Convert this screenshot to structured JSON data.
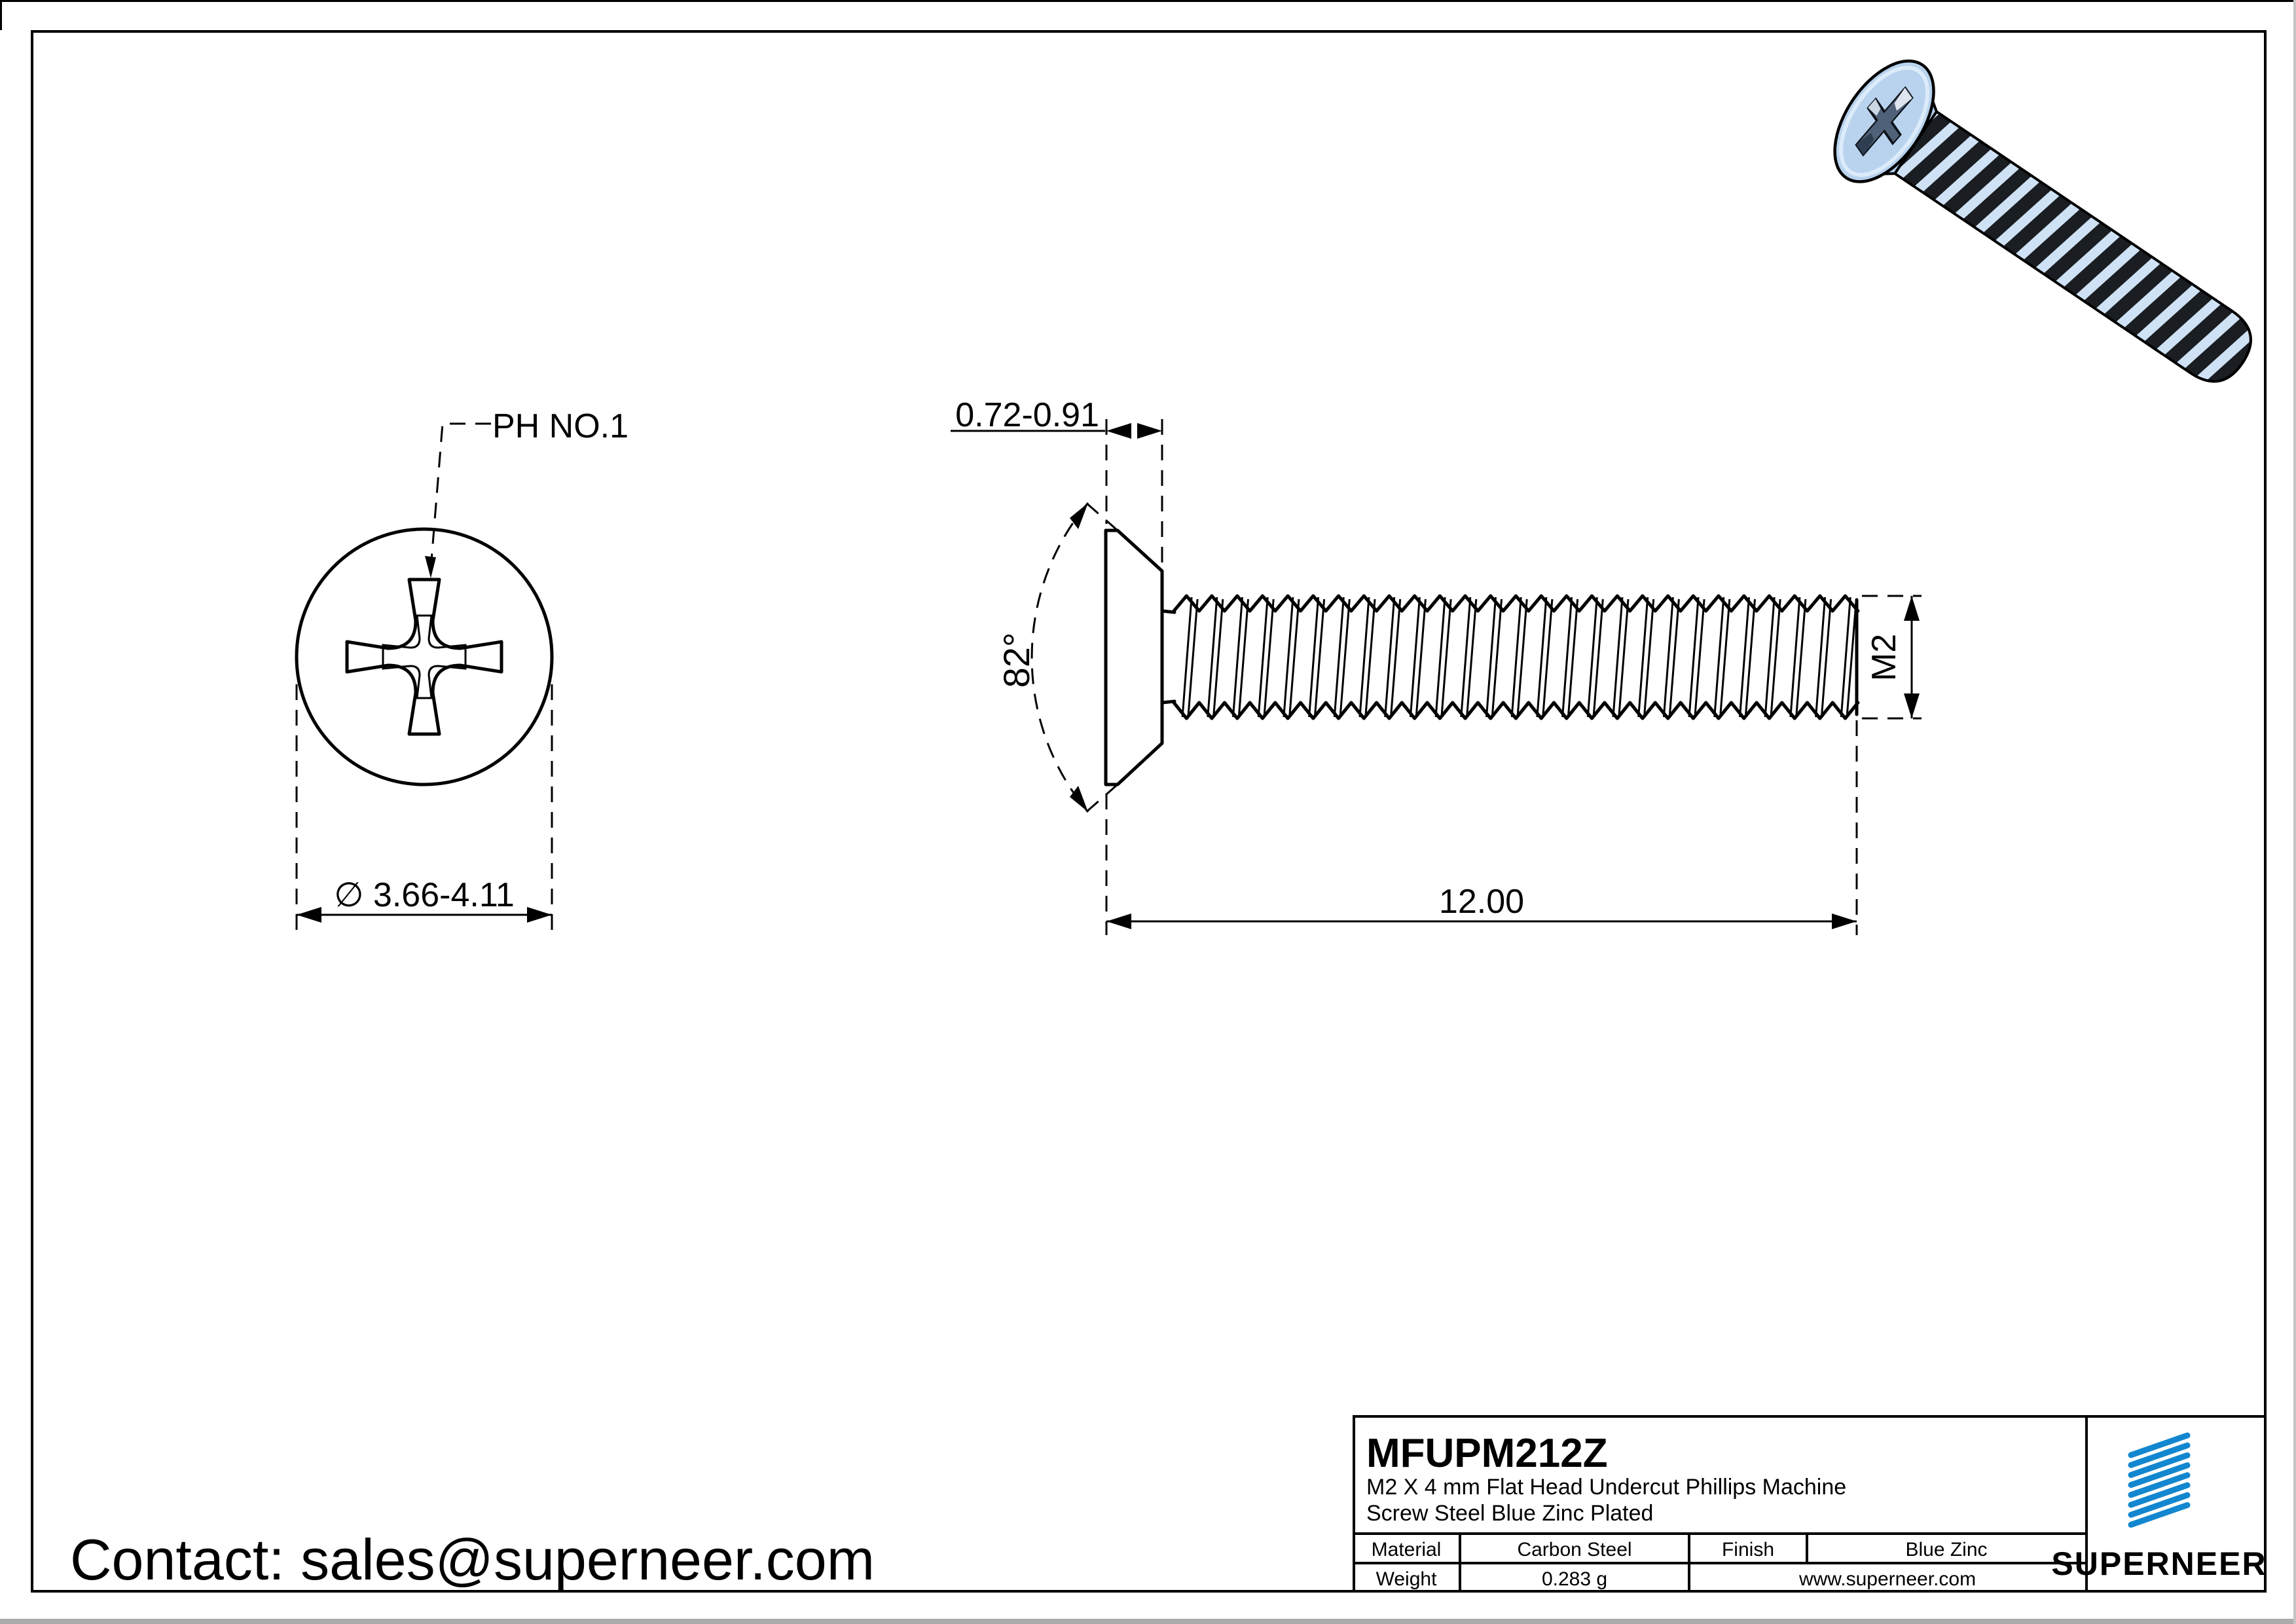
{
  "drawing": {
    "top_view": {
      "recess_label": "PH NO.1",
      "diameter_label": "∅ 3.66-4.11"
    },
    "side_view": {
      "head_height_label": "0.72-0.91",
      "angle_label": "82°",
      "length_label": "12.00",
      "thread_label": "M2"
    }
  },
  "title_block": {
    "part_number": "MFUPM212Z",
    "description_line1": "M2 X 4 mm  Flat Head Undercut Phillips Machine",
    "description_line2": "Screw Steel Blue Zinc Plated",
    "material_label": "Material",
    "material_value": "Carbon Steel",
    "finish_label": "Finish",
    "finish_value": "Blue Zinc",
    "weight_label": "Weight",
    "weight_value": "0.283 g",
    "website": "www.superneer.com",
    "brand": "SUPERNEER"
  },
  "footer": {
    "contact": "Contact: sales@superneer.com"
  },
  "colors": {
    "accent_blue": "#1287cf",
    "link_blue": "#1e97e0",
    "screw_body_blue": "#b9d3ee",
    "thread_light_blue": "#cfe2f5",
    "thread_dark": "#1a1d21",
    "edge_gray": "#ababab"
  }
}
